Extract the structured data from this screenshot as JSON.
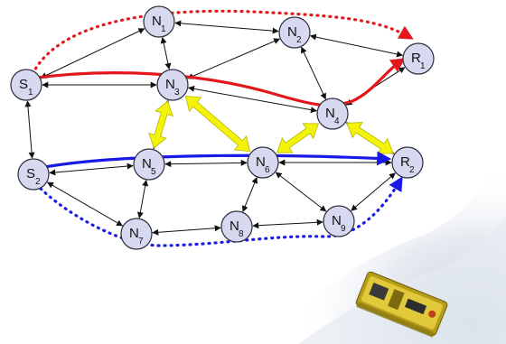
{
  "diagram": {
    "colors": {
      "background": "#ffffff",
      "node_fill": "#d7d9f1",
      "node_stroke": "#2b2b3a",
      "link": "#111111",
      "interference": "#f2f20a",
      "interference_edge": "#b7b700",
      "red_path": "#e3161b",
      "blue_path": "#1a1ae6",
      "snow_shade": "#dfe5ee",
      "device_body": "#c9b21f"
    },
    "nodes": [
      {
        "id": "N1",
        "letter": "N",
        "sub": "1"
      },
      {
        "id": "N2",
        "letter": "N",
        "sub": "2"
      },
      {
        "id": "R1",
        "letter": "R",
        "sub": "1"
      },
      {
        "id": "S1",
        "letter": "S",
        "sub": "1"
      },
      {
        "id": "N3",
        "letter": "N",
        "sub": "3"
      },
      {
        "id": "N4",
        "letter": "N",
        "sub": "4"
      },
      {
        "id": "S2",
        "letter": "S",
        "sub": "2"
      },
      {
        "id": "N5",
        "letter": "N",
        "sub": "5"
      },
      {
        "id": "N6",
        "letter": "N",
        "sub": "6"
      },
      {
        "id": "R2",
        "letter": "R",
        "sub": "2"
      },
      {
        "id": "N7",
        "letter": "N",
        "sub": "7"
      },
      {
        "id": "N8",
        "letter": "N",
        "sub": "8"
      },
      {
        "id": "N9",
        "letter": "N",
        "sub": "9"
      }
    ],
    "links": [
      [
        "S1",
        "N1"
      ],
      [
        "N1",
        "N2"
      ],
      [
        "N1",
        "N3"
      ],
      [
        "N2",
        "R1"
      ],
      [
        "N2",
        "N3"
      ],
      [
        "N2",
        "N4"
      ],
      [
        "S1",
        "N3"
      ],
      [
        "N3",
        "N4"
      ],
      [
        "N4",
        "R1"
      ],
      [
        "S1",
        "S2"
      ],
      [
        "N3",
        "N5"
      ],
      [
        "N5",
        "N6"
      ],
      [
        "N6",
        "R2"
      ],
      [
        "N4",
        "R2"
      ],
      [
        "S2",
        "N5"
      ],
      [
        "S2",
        "N7"
      ],
      [
        "N5",
        "N7"
      ],
      [
        "N6",
        "N8"
      ],
      [
        "N6",
        "N9"
      ],
      [
        "N7",
        "N8"
      ],
      [
        "N8",
        "N9"
      ],
      [
        "N9",
        "R2"
      ]
    ],
    "interference_links": [
      [
        "N3",
        "N5"
      ],
      [
        "N3",
        "N6"
      ],
      [
        "N6",
        "N4"
      ],
      [
        "N4",
        "R2"
      ]
    ],
    "paths": [
      {
        "id": "red-solid",
        "color": "red_path",
        "style": "solid"
      },
      {
        "id": "red-dotted",
        "color": "red_path",
        "style": "dotted"
      },
      {
        "id": "blue-solid",
        "color": "blue_path",
        "style": "solid"
      },
      {
        "id": "blue-dotted",
        "color": "blue_path",
        "style": "dotted"
      }
    ],
    "device_icon": "sensor-mote-icon"
  }
}
